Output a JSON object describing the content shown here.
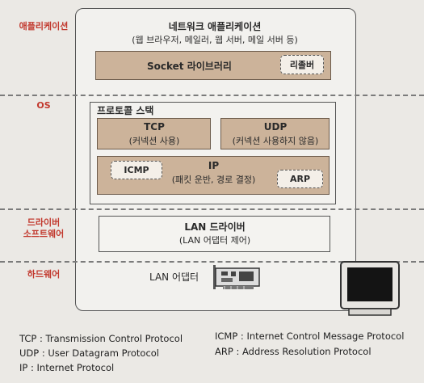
{
  "layers": {
    "application": "애플리케이션",
    "os": "OS",
    "driver_line1": "드라이버",
    "driver_line2": "소프트웨어",
    "hardware": "하드웨어"
  },
  "network_app": {
    "title": "네트워크 애플리케이션",
    "subtitle": "(웹 브라우저, 메일러, 웹 서버, 메일 서버 등)",
    "socket_library": "Socket 라이브러리",
    "resolver": "리졸버"
  },
  "protocol_stack": {
    "title": "프로토콜 스택",
    "tcp": "TCP",
    "tcp_desc": "(커넥션 사용)",
    "udp": "UDP",
    "udp_desc": "(커넥션 사용하지 않음)",
    "ip": "IP",
    "ip_desc": "(패킷 운반, 경로 결정)",
    "icmp": "ICMP",
    "arp": "ARP"
  },
  "driver": {
    "title": "LAN 드라이버",
    "desc": "(LAN 어댑터 제어)"
  },
  "hardware": {
    "lan_adapter": "LAN 어댑터"
  },
  "legend": {
    "tcp": "TCP : Transmission Control Protocol",
    "udp": "UDP : User Datagram Protocol",
    "ip": "IP : Internet Protocol",
    "icmp": "ICMP : Internet Control Message Protocol",
    "arp": "ARP : Address Resolution Protocol"
  }
}
